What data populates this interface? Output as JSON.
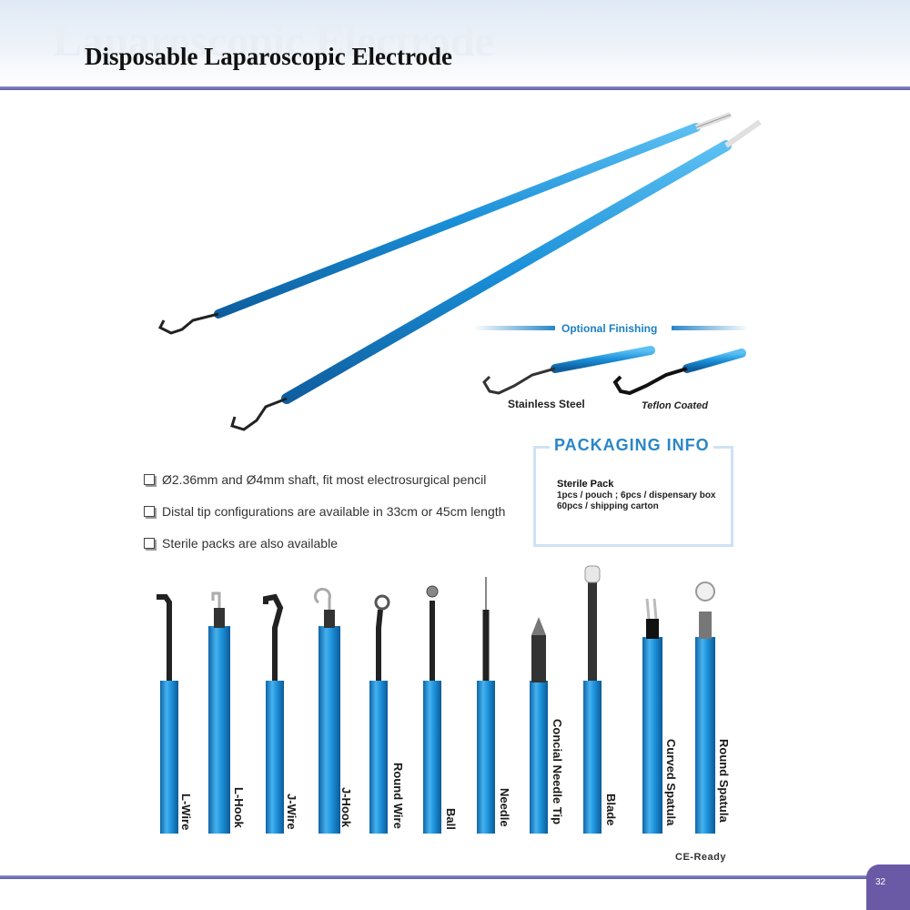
{
  "header": {
    "ghost_title": "Laparoscopic Electrode",
    "title": "Disposable Laparoscopic Electrode"
  },
  "features": [
    "Ø2.36mm and Ø4mm shaft, fit most electrosurgical pencil",
    "Distal tip configurations are available in 33cm or 45cm length",
    "Sterile packs are also available"
  ],
  "optional_finishing": {
    "title": "Optional Finishing",
    "options": [
      "Stainless Steel",
      "Teflon Coated"
    ]
  },
  "packaging": {
    "title": "PACKAGING INFO",
    "subtitle": "Sterile Pack",
    "lines": [
      "1pcs / pouch ; 6pcs / dispensary box",
      "60pcs / shipping carton"
    ]
  },
  "tips": [
    "L-Wire",
    "L-Hook",
    "J-Wire",
    "J-Hook",
    "Round Wire",
    "Ball",
    "Needle",
    "Concial Needle Tip",
    "Blade",
    "Curved Spatula",
    "Round Spatula"
  ],
  "footer": {
    "certification": "CE-Ready",
    "page_number": "32"
  },
  "colors": {
    "shaft_blue": "#1a8fd8",
    "header_rule": "#6668b0",
    "accent_text": "#2a86c6"
  }
}
